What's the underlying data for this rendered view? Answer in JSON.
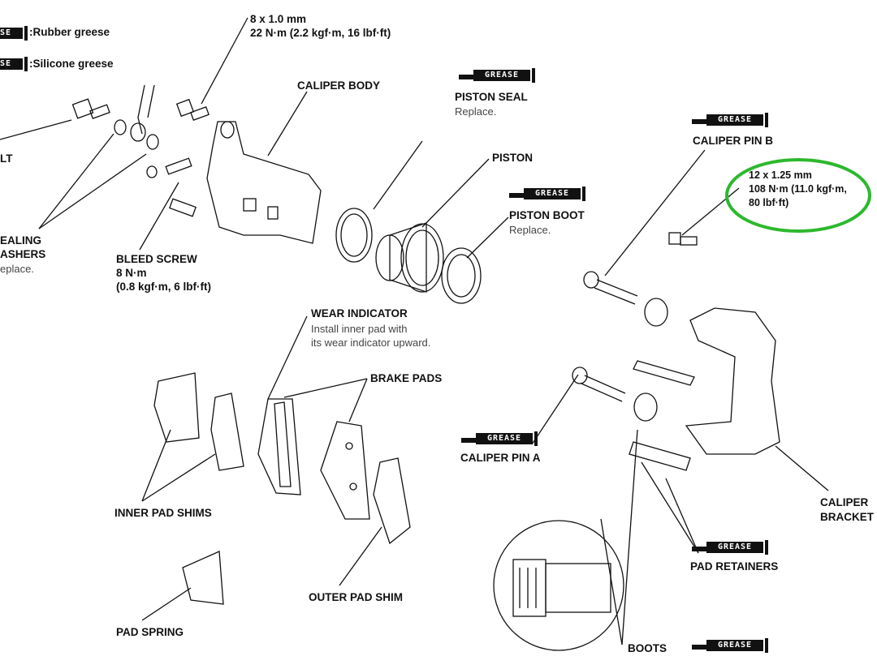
{
  "legend": {
    "rubber": ":Rubber greese",
    "silicone": ":Silicone greese",
    "grease_icon_text": "GREASE"
  },
  "labels": {
    "bolt_spec_size": "8 x 1.0 mm",
    "bolt_spec_torque": "22 N·m (2.2 kgf·m, 16 lbf·ft)",
    "caliper_body": "CALIPER BODY",
    "bolt": "LT",
    "sealing_washers_1": "EALING",
    "sealing_washers_2": "ASHERS",
    "sealing_washers_note": "eplace.",
    "bleed_screw": "BLEED SCREW",
    "bleed_screw_torque": "8 N·m",
    "bleed_screw_torque2": "(0.8 kgf·m, 6 lbf·ft)",
    "piston_seal": "PISTON SEAL",
    "piston_seal_note": "Replace.",
    "piston": "PISTON",
    "piston_boot": "PISTON BOOT",
    "piston_boot_note": "Replace.",
    "caliper_pin_b": "CALIPER PIN B",
    "pin_spec_size": "12 x 1.25 mm",
    "pin_spec_torque": "108 N·m (11.0 kgf·m,",
    "pin_spec_torque2": "80 lbf·ft)",
    "wear_indicator": "WEAR INDICATOR",
    "wear_indicator_note1": "Install inner pad with",
    "wear_indicator_note2": "its wear indicator upward.",
    "brake_pads": "BRAKE PADS",
    "caliper_pin_a": "CALIPER PIN A",
    "caliper_bracket_1": "CALIPER",
    "caliper_bracket_2": "BRACKET",
    "inner_pad_shims": "INNER PAD SHIMS",
    "pad_retainers": "PAD RETAINERS",
    "outer_pad_shim": "OUTER PAD SHIM",
    "pad_spring": "PAD SPRING",
    "boots": "BOOTS"
  },
  "colors": {
    "highlight_circle": "#2db82d",
    "line": "#111111"
  }
}
